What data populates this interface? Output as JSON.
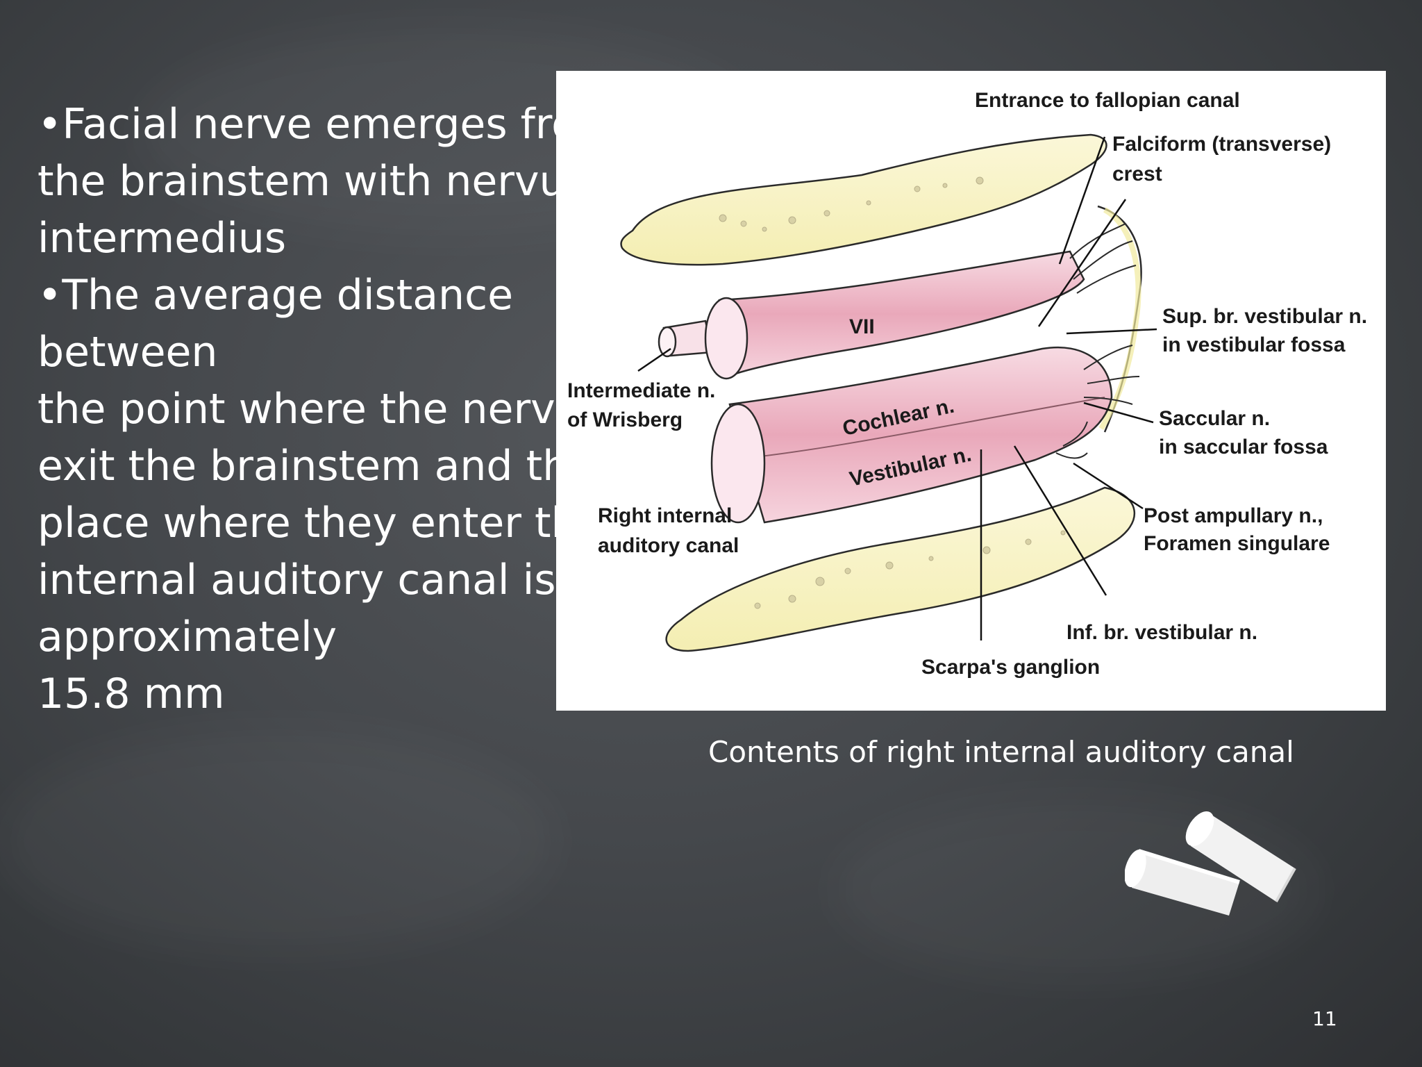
{
  "bullets": {
    "lines": [
      "•Facial nerve emerges from",
      "the brainstem with nervus",
      "intermedius",
      "•The average distance",
      "between",
      "the point where the nerves",
      "exit the brainstem and the",
      "place where they enter the",
      "internal auditory canal  is",
      "approximately",
      "15.8 mm"
    ]
  },
  "figure": {
    "labels": {
      "entrance": "Entrance to fallopian canal",
      "falciform_1": "Falciform (transverse)",
      "falciform_2": "crest",
      "sup_1": "Sup. br. vestibular n.",
      "sup_2": "in vestibular fossa",
      "vii": "VII",
      "intermediate_1": "Intermediate n.",
      "intermediate_2": "of Wrisberg",
      "cochlear": "Cochlear n.",
      "vestibular": "Vestibular n.",
      "saccular_1": "Saccular n.",
      "saccular_2": "in saccular fossa",
      "right_canal_1": "Right internal",
      "right_canal_2": "auditory canal",
      "post_1": "Post ampullary n.,",
      "post_2": "Foramen singulare",
      "inf": "Inf. br. vestibular n.",
      "scarpa": "Scarpa's ganglion"
    }
  },
  "caption": "Contents of right internal auditory canal",
  "page_number": "11"
}
